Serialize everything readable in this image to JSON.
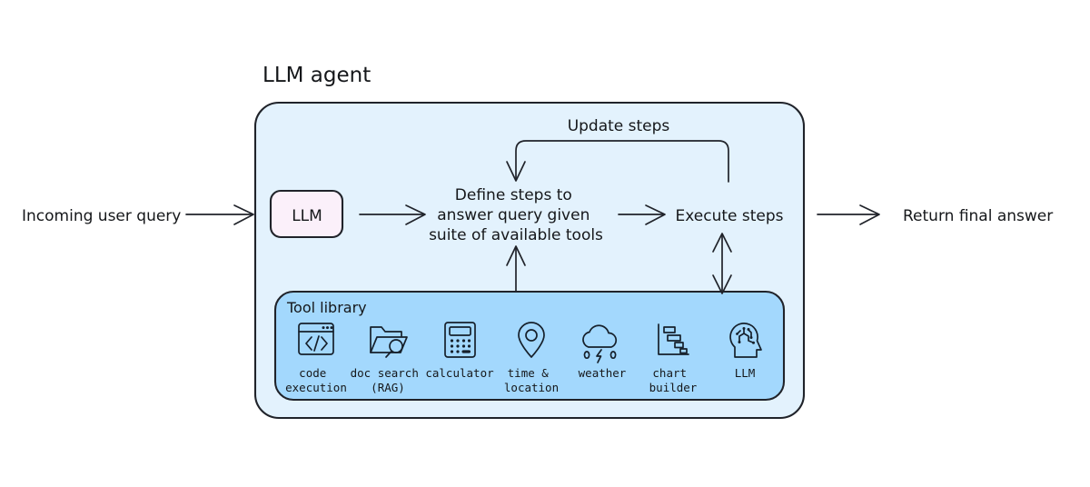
{
  "diagram": {
    "title": "LLM agent",
    "loop_label": "Update steps",
    "tool_library_label": "Tool library",
    "colors": {
      "agent_container_fill": "#e3f2fd",
      "tool_library_fill": "#a3d8fd",
      "llm_box_fill": "#fbf0fa",
      "stroke": "#20232a",
      "background": "#ffffff"
    }
  },
  "flow": {
    "incoming_label": "Incoming user query",
    "llm_box_label": "LLM",
    "define_steps_lines": [
      "Define steps to",
      "answer query given",
      "suite of available tools"
    ],
    "execute_steps_label": "Execute steps",
    "outgoing_label": "Return final answer"
  },
  "tools": [
    {
      "icon": "code-execution-icon",
      "lines": [
        "code",
        "execution"
      ]
    },
    {
      "icon": "doc-search-icon",
      "lines": [
        "doc search",
        "(RAG)"
      ]
    },
    {
      "icon": "calculator-icon",
      "lines": [
        "calculator",
        ""
      ]
    },
    {
      "icon": "time-location-icon",
      "lines": [
        "time &",
        "location"
      ]
    },
    {
      "icon": "weather-icon",
      "lines": [
        "weather",
        ""
      ]
    },
    {
      "icon": "chart-builder-icon",
      "lines": [
        "chart",
        "builder"
      ]
    },
    {
      "icon": "llm-brain-icon",
      "lines": [
        "LLM",
        ""
      ]
    }
  ]
}
